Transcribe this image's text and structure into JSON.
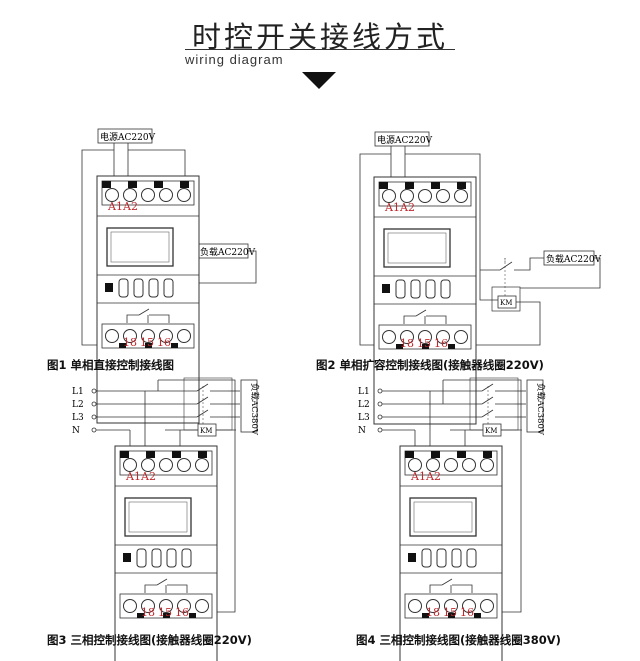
{
  "header": {
    "title": "时控开关接线方式",
    "subtitle": "wiring diagram"
  },
  "terminals": {
    "a1": "A1",
    "a2": "A2",
    "t18": "18",
    "t15": "15",
    "t16": "16"
  },
  "labels": {
    "power_ac220": "电源AC220V",
    "load_ac220": "负载AC220V",
    "load_ac380": "负载AC380V",
    "km": "KM",
    "l1": "L1",
    "l2": "L2",
    "l3": "L3",
    "n": "N"
  },
  "captions": {
    "fig1": "图1  单相直接控制接线图",
    "fig2": "图2  单相扩容控制接线图(接触器线圈220V)",
    "fig3": "图3  三相控制接线图(接触器线圈220V)",
    "fig4": "图4  三相控制接线图(接触器线圈380V)"
  },
  "colors": {
    "terminal_red": "#c0282d",
    "line": "#333333"
  }
}
